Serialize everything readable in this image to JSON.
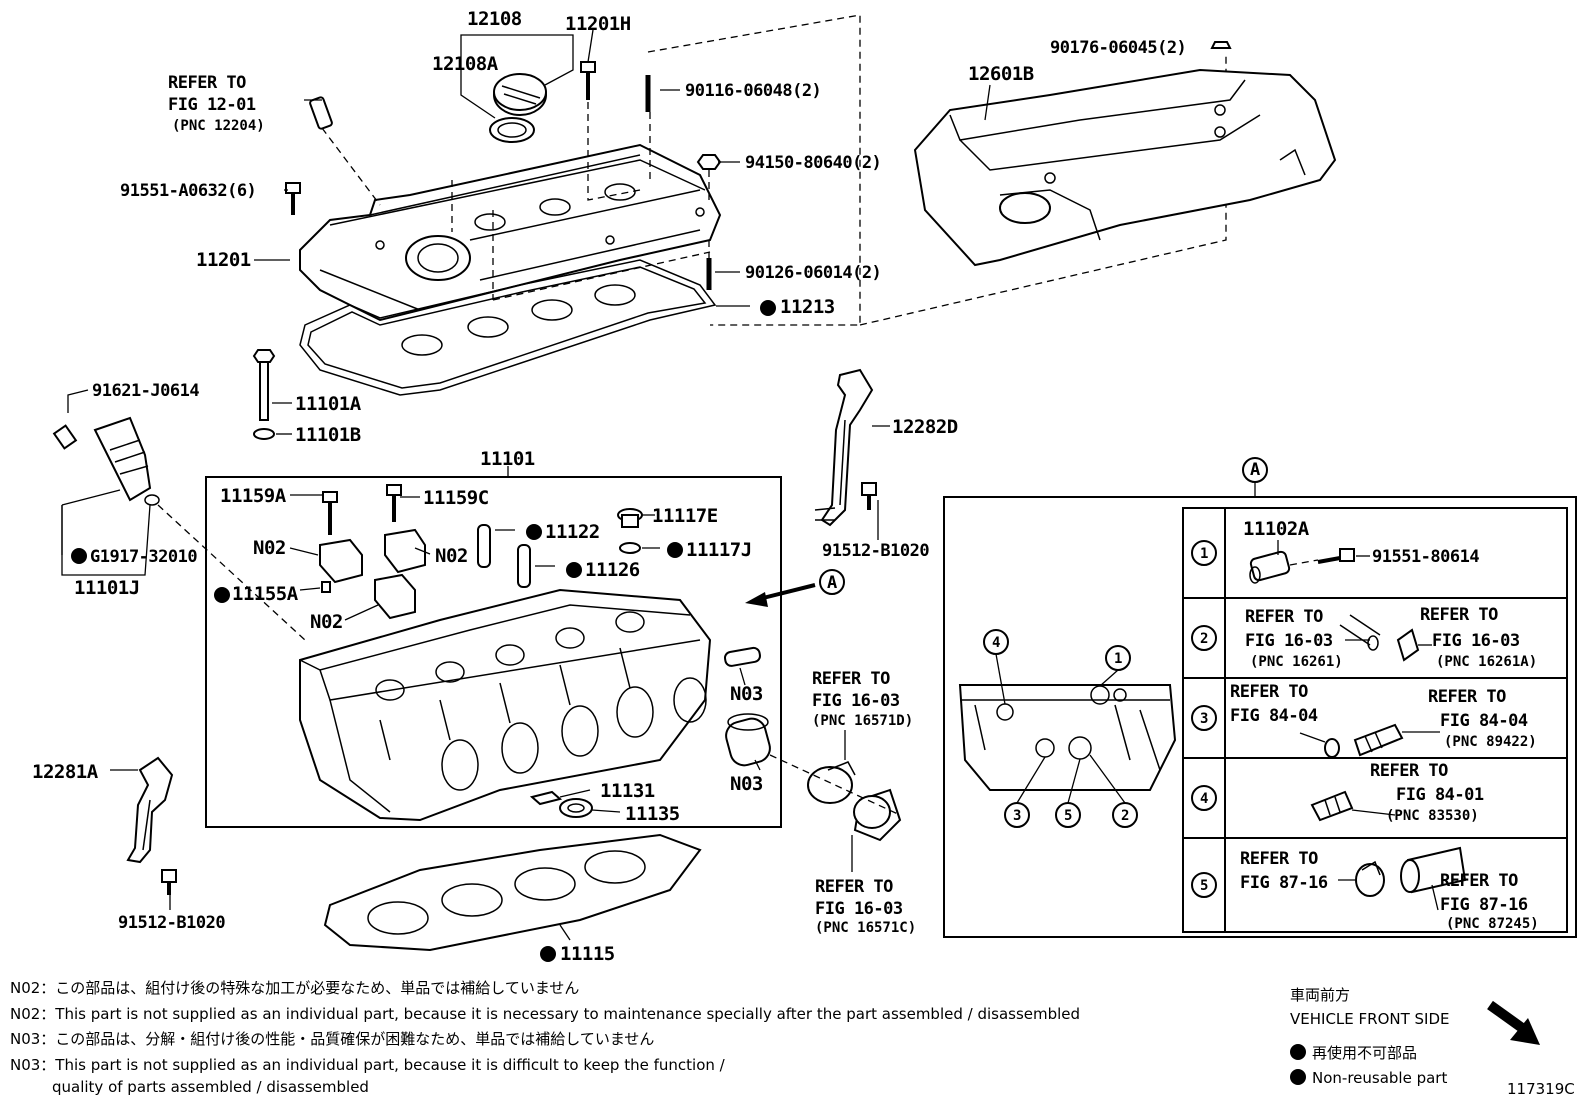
{
  "labels": {
    "p12108": "12108",
    "p12108A": "12108A",
    "p11201H": "11201H",
    "p90116": "90116-06048(2)",
    "refer1201_a": "REFER TO",
    "refer1201_b": "FIG 12-01",
    "refer1201_c": "(PNC 12204)",
    "p91551A": "91551-A0632(6)",
    "p94150": "94150-80640(2)",
    "p11201": "11201",
    "p90126": "90126-06014(2)",
    "p11213": "11213",
    "p90176": "90176-06045(2)",
    "p12601B": "12601B",
    "p11101A": "11101A",
    "p11101B": "11101B",
    "p91621": "91621-J0614",
    "p12282D": "12282D",
    "p11101": "11101",
    "p11159A": "11159A",
    "p11159C": "11159C",
    "p11117E": "11117E",
    "p11117J": "11117J",
    "p11122": "11122",
    "p11126": "11126",
    "p11155A": "11155A",
    "n02a": "N02",
    "n02b": "N02",
    "n02c": "N02",
    "n03a": "N03",
    "n03b": "N03",
    "pG1917": "G1917-32010",
    "p11101J": "11101J",
    "p91512a": "91512-B1020",
    "p91512b": "91512-B1020",
    "circleA": "A",
    "p11131": "11131",
    "p11135": "11135",
    "p12281A": "12281A",
    "p11115": "11115",
    "ref1603d_a": "REFER TO",
    "ref1603d_b": "FIG 16-03",
    "ref1603d_c": "(PNC 16571D)",
    "ref1603c_a": "REFER TO",
    "ref1603c_b": "FIG 16-03",
    "ref1603c_c": "(PNC 16571C)"
  },
  "detail": {
    "title": "A",
    "markers": [
      "1",
      "2",
      "3",
      "4",
      "5"
    ],
    "row1": {
      "part": "11102A",
      "bolt": "91551-80614"
    },
    "row2": {
      "l_a": "REFER TO",
      "l_b": "FIG 16-03",
      "l_c": "(PNC 16261)",
      "r_a": "REFER TO",
      "r_b": "FIG 16-03",
      "r_c": "(PNC 16261A)"
    },
    "row3": {
      "l_a": "REFER TO",
      "l_b": "FIG 84-04",
      "r_a": "REFER TO",
      "r_b": "FIG 84-04",
      "r_c": "(PNC 89422)"
    },
    "row4": {
      "a": "REFER TO",
      "b": "FIG 84-01",
      "c": "(PNC 83530)"
    },
    "row5": {
      "l_a": "REFER TO",
      "l_b": "FIG 87-16",
      "r_a": "REFER TO",
      "r_b": "FIG 87-16",
      "r_c": "(PNC 87245)"
    }
  },
  "notes": [
    "N02：この部品は、組付け後の特殊な加工が必要なため、単品では補給していません",
    "N02：This part is not supplied as an individual part, because it is necessary to maintenance specially after the part assembled / disassembled",
    "N03：この部品は、分解・組付け後の性能・品質確保が困難なため、単品では補給していません",
    "N03：This part is not supplied as an individual part, because it is difficult to keep the function /",
    "quality of parts  assembled / disassembled"
  ],
  "legend": {
    "front_jp": "車両前方",
    "front_en": "VEHICLE FRONT SIDE",
    "nonreuse_jp": "再使用不可部品",
    "nonreuse_en": "Non-reusable part"
  },
  "figure_id": "117319C"
}
